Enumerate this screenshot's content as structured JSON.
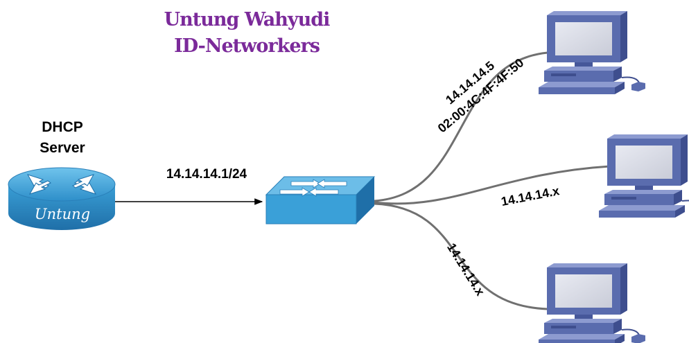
{
  "title": {
    "line1": "Untung Wahyudi",
    "line2": "ID-Networkers"
  },
  "server": {
    "label_line1": "DHCP",
    "label_line2": "Server",
    "router_text": "Untung"
  },
  "link_label": "14.14.14.1/24",
  "clients": [
    {
      "ip": "14.14.14.5",
      "mac": "02:00:4C:4F:4F:50"
    },
    {
      "ip": "14.14.14.x"
    },
    {
      "ip": "14.14.14.x"
    }
  ],
  "colors": {
    "title": "#7b2a9a",
    "device_blue": "#3aa0d8",
    "computer": "#5a6cae",
    "cable": "#707070"
  }
}
